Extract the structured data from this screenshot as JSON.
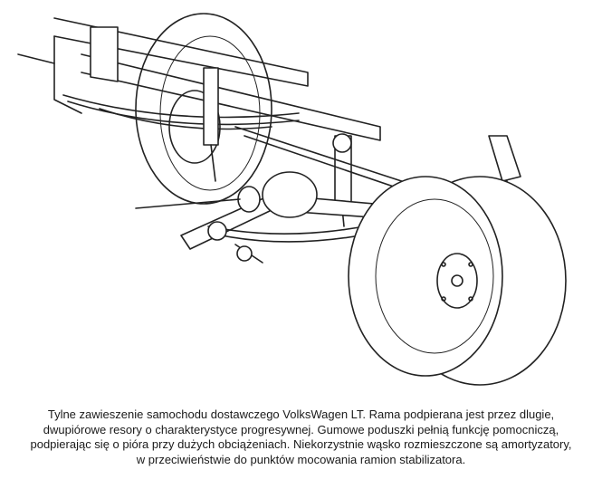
{
  "figure": {
    "subject": "suspension-line-drawing"
  },
  "caption": {
    "lines": [
      "Tylne zawieszenie samochodu dostawczego VolksWagen LT. Rama podpierana jest przez dlugie,",
      "dwupiórowe resory o charakterystyce progresywnej. Gumowe poduszki pełnią funkcję pomocniczą,",
      "podpierając się o pióra przy dużych obciążeniach. Niekorzystnie wąsko rozmieszczone są amortyzatory,",
      "w przeciwieństwie do punktów mocowania ramion stabilizatora."
    ]
  }
}
